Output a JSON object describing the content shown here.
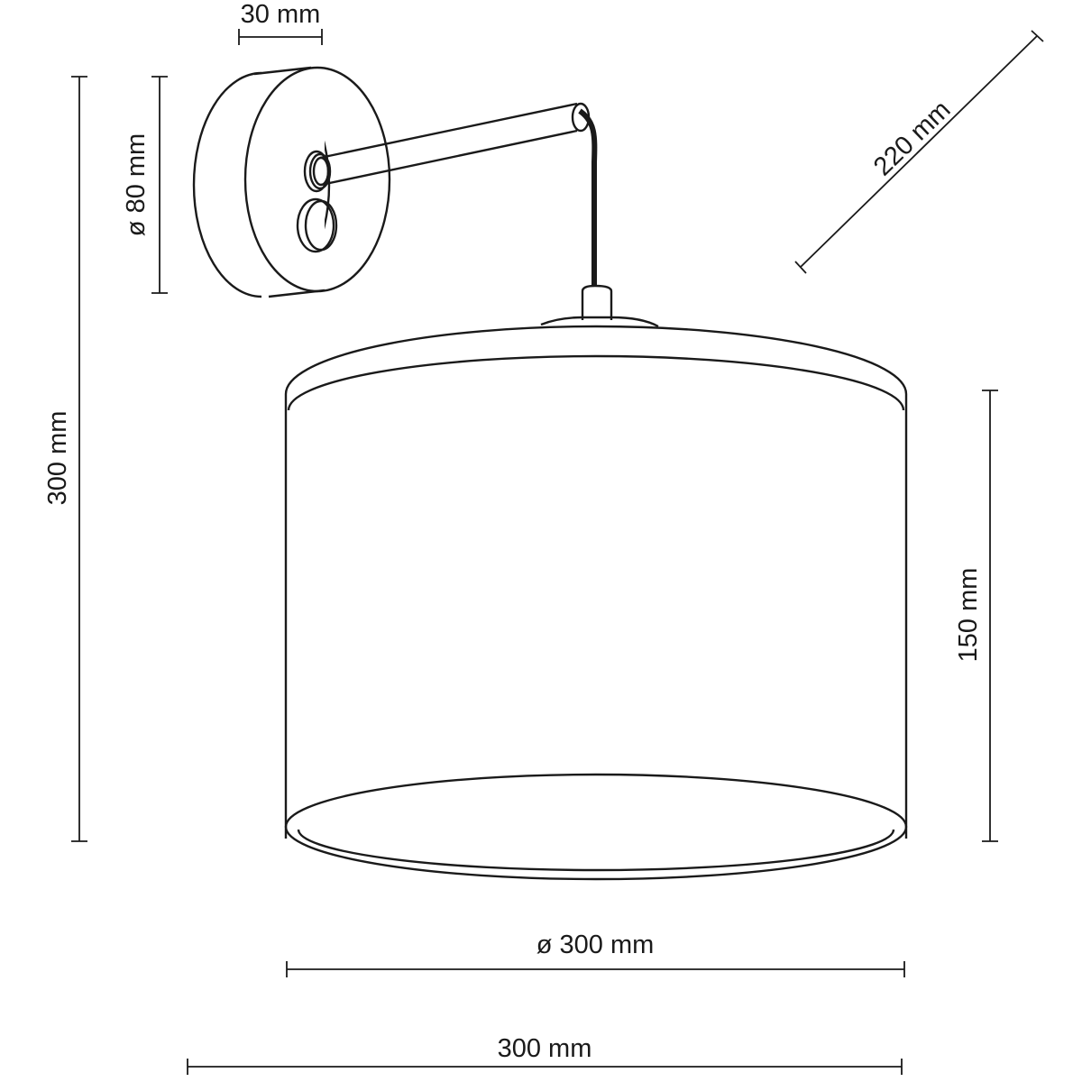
{
  "dimensions": {
    "base_depth": "30 mm",
    "base_diameter": "ø 80 mm",
    "total_height": "300 mm",
    "arm_length": "220 mm",
    "shade_height": "150 mm",
    "shade_diameter": "ø 300 mm",
    "total_width": "300 mm"
  },
  "colors": {
    "line": "#1a1a1a",
    "background": "#ffffff"
  }
}
